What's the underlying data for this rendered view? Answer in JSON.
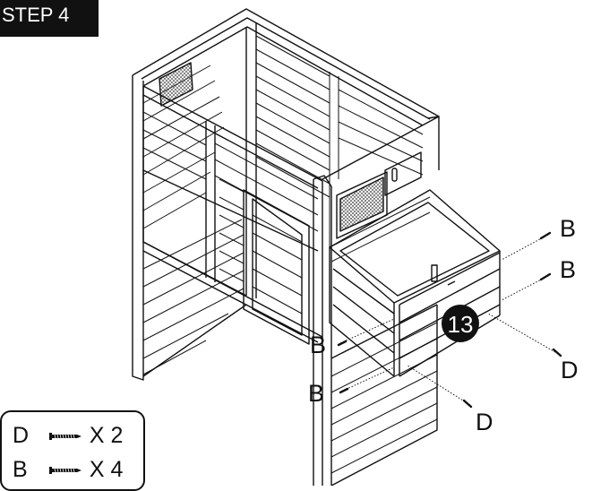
{
  "step": {
    "label": "STEP 4"
  },
  "badge_number": "13",
  "callouts": {
    "b1": "B",
    "b2": "B",
    "b3": "B",
    "b4": "B",
    "d1": "D",
    "d2": "D"
  },
  "legend": {
    "items": [
      {
        "letter": "D",
        "qty": "X 2",
        "icon": "screw-icon"
      },
      {
        "letter": "B",
        "qty": "X 4",
        "icon": "screw-icon"
      }
    ]
  }
}
